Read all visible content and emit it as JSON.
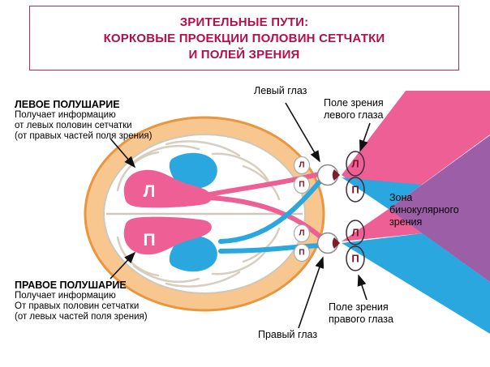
{
  "title": {
    "line1": "ЗРИТЕЛЬНЫЕ ПУТИ:",
    "line2": "КОРКОВЫЕ ПРОЕКЦИИ ПОЛОВИН СЕТЧАТКИ",
    "line3": "И ПОЛЕЙ ЗРЕНИЯ"
  },
  "notes": {
    "left_hemisphere": {
      "heading": "ЛЕВОЕ ПОЛУШАРИЕ",
      "line1": "Получает информацию",
      "line2": "от левых половин сетчатки",
      "line3": "(от правых частей поля зрения)"
    },
    "right_hemisphere": {
      "heading": "ПРАВОЕ ПОЛУШАРИЕ",
      "line1": "Получает информацию",
      "line2": "От правых половин сетчатки",
      "line3": "(от левых частей поля зрения)"
    }
  },
  "labels": {
    "left_eye": "Левый глаз",
    "right_eye": "Правый глаз",
    "left_eye_field_line1": "Поле зрения",
    "left_eye_field_line2": "левого глаза",
    "right_eye_field_line1": "Поле зрения",
    "right_eye_field_line2": "правого глаза",
    "binocular_line1": "Зона",
    "binocular_line2": "бинокулярного",
    "binocular_line3": "зрения"
  },
  "letters": {
    "left": "Л",
    "right": "П"
  },
  "colors": {
    "pink": "#ee5f95",
    "blue": "#2aa7df",
    "purple": "#9c5ea7",
    "skin": "#f7c78f",
    "head_outline": "#e8963f",
    "title_text": "#b0104e",
    "letter_red": "#7c1128"
  }
}
